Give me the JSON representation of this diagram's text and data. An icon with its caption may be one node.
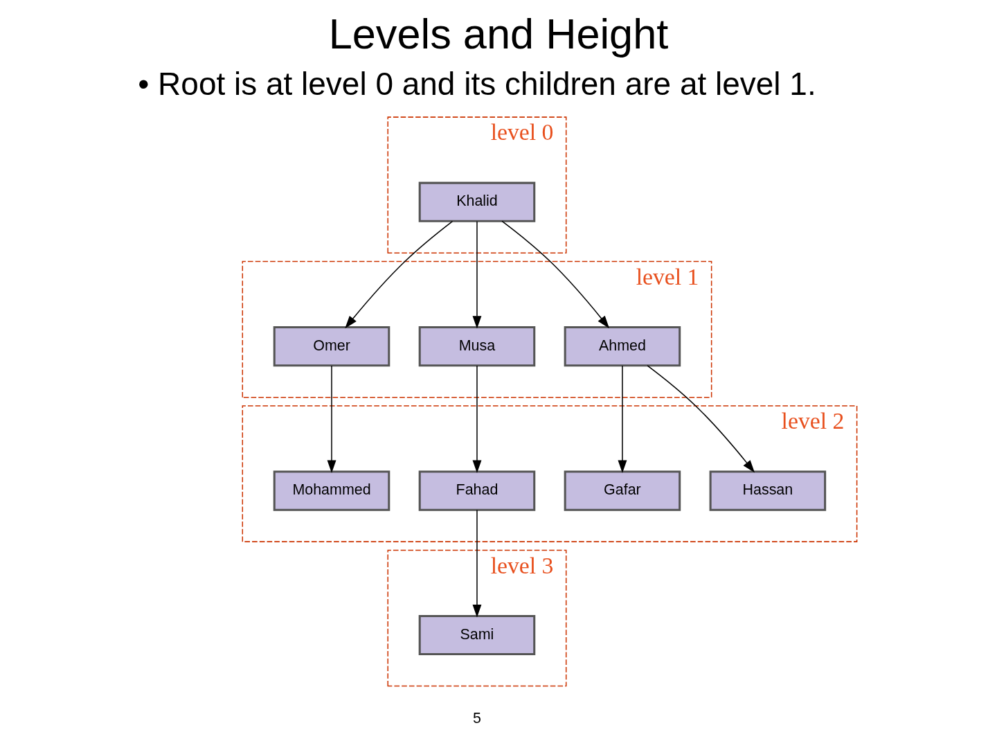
{
  "diagram": {
    "title": "Levels and Height",
    "nodes": [
      {
        "text": [
          "level 0"
        ]
      },
      {
        "text": [
          "Khalid"
        ],
        "in": 0
      },
      {
        "text": [
          "level 1"
        ]
      },
      {
        "text": [
          "Ahmed"
        ],
        "in": 2
      },
      {
        "text": [
          "Musa"
        ],
        "in": 2
      },
      {
        "text": [
          "Omer"
        ],
        "in": 2
      },
      {
        "text": [
          "level 2"
        ]
      },
      {
        "text": [
          "Hassan"
        ],
        "in": 6
      },
      {
        "text": [
          "Gafar"
        ],
        "in": 6
      },
      {
        "text": [
          "Fahad"
        ],
        "in": 6
      },
      {
        "text": [
          "Mohammed"
        ],
        "in": 6
      },
      {
        "text": [
          "level 3"
        ]
      },
      {
        "text": [
          "Sami"
        ],
        "in": 11
      }
    ],
    "edges": [
      {
        "from": 1,
        "to": 3,
        "arrow": "to"
      },
      {
        "from": 1,
        "to": 4,
        "arrow": "to"
      },
      {
        "from": 1,
        "to": 5,
        "arrow": "to"
      },
      {
        "from": 3,
        "to": 7,
        "arrow": "to"
      },
      {
        "from": 3,
        "to": 8,
        "arrow": "to"
      },
      {
        "from": 4,
        "to": 9,
        "arrow": "to"
      },
      {
        "from": 5,
        "to": 10,
        "arrow": "to"
      },
      {
        "from": 9,
        "to": 12,
        "arrow": "to"
      }
    ],
    "labels": [
      "• Root is at level 0 and its children are at level 1.",
      "5"
    ]
  }
}
